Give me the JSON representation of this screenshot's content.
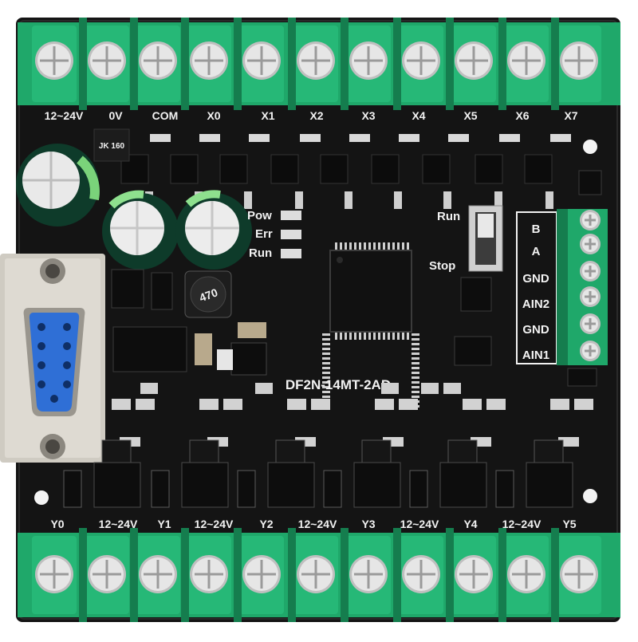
{
  "board": {
    "model": "DF2N-14MT-2AD",
    "colors": {
      "pcb": "#141414",
      "terminal_green": "#1fa86a",
      "terminal_dark": "#157d4e",
      "silkscreen": "#f2f2f2",
      "connector_blue": "#2f6fd6",
      "connector_metal": "#d8d6cf",
      "screw": "#e6e6e6"
    },
    "top_terminal_labels": [
      "12~24V",
      "0V",
      "COM",
      "X0",
      "X1",
      "X2",
      "X3",
      "X4",
      "X5",
      "X6",
      "X7"
    ],
    "bottom_terminal_labels": [
      "Y0",
      "12~24V",
      "Y1",
      "12~24V",
      "Y2",
      "12~24V",
      "Y3",
      "12~24V",
      "Y4",
      "12~24V",
      "Y5"
    ],
    "right_terminal_labels": [
      "B",
      "A",
      "GND",
      "AIN2",
      "GND",
      "AIN1"
    ],
    "led_labels": [
      "Pow",
      "Err",
      "Run"
    ],
    "switch_labels": {
      "top": "Run",
      "bottom": "Stop"
    },
    "inductor_marking": "470",
    "top_left_part_marking": "JK 160"
  }
}
